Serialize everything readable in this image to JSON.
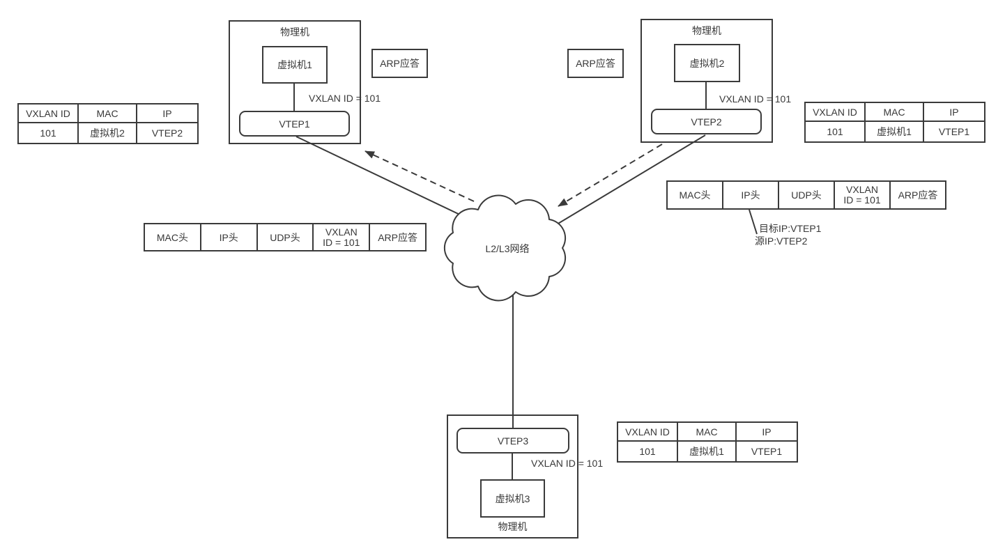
{
  "colors": {
    "ink": "#3a3a3a",
    "background": "#ffffff"
  },
  "hosts": {
    "host1": {
      "title": "物理机",
      "vm": "虚拟机1",
      "vtep": "VTEP1",
      "vxlan": "VXLAN ID = 101"
    },
    "host2": {
      "title": "物理机",
      "vm": "虚拟机2",
      "vtep": "VTEP2",
      "vxlan": "VXLAN ID = 101"
    },
    "host3": {
      "title": "物理机",
      "vm": "虚拟机3",
      "vtep": "VTEP3",
      "vxlan": "VXLAN ID = 101"
    }
  },
  "cloud": {
    "label": "L2/L3网络"
  },
  "arp_boxes": {
    "left": "ARP应答",
    "right": "ARP应答"
  },
  "mapping_tables": {
    "left": {
      "h1": "VXLAN ID",
      "h2": "MAC",
      "h3": "IP",
      "r1": "101",
      "r2": "虚拟机2",
      "r3": "VTEP2"
    },
    "right": {
      "h1": "VXLAN ID",
      "h2": "MAC",
      "h3": "IP",
      "r1": "101",
      "r2": "虚拟机1",
      "r3": "VTEP1"
    },
    "bottom": {
      "h1": "VXLAN ID",
      "h2": "MAC",
      "h3": "IP",
      "r1": "101",
      "r2": "虚拟机1",
      "r3": "VTEP1"
    }
  },
  "packet_tables": {
    "left": {
      "c1": "MAC头",
      "c2": "IP头",
      "c3": "UDP头",
      "c4a": "VXLAN",
      "c4b": "ID = 101",
      "c5": "ARP应答"
    },
    "right": {
      "c1": "MAC头",
      "c2": "IP头",
      "c3": "UDP头",
      "c4a": "VXLAN",
      "c4b": "ID = 101",
      "c5": "ARP应答"
    }
  },
  "annotation": {
    "line1": "目标IP:VTEP1",
    "line2": "源IP:VTEP2"
  }
}
